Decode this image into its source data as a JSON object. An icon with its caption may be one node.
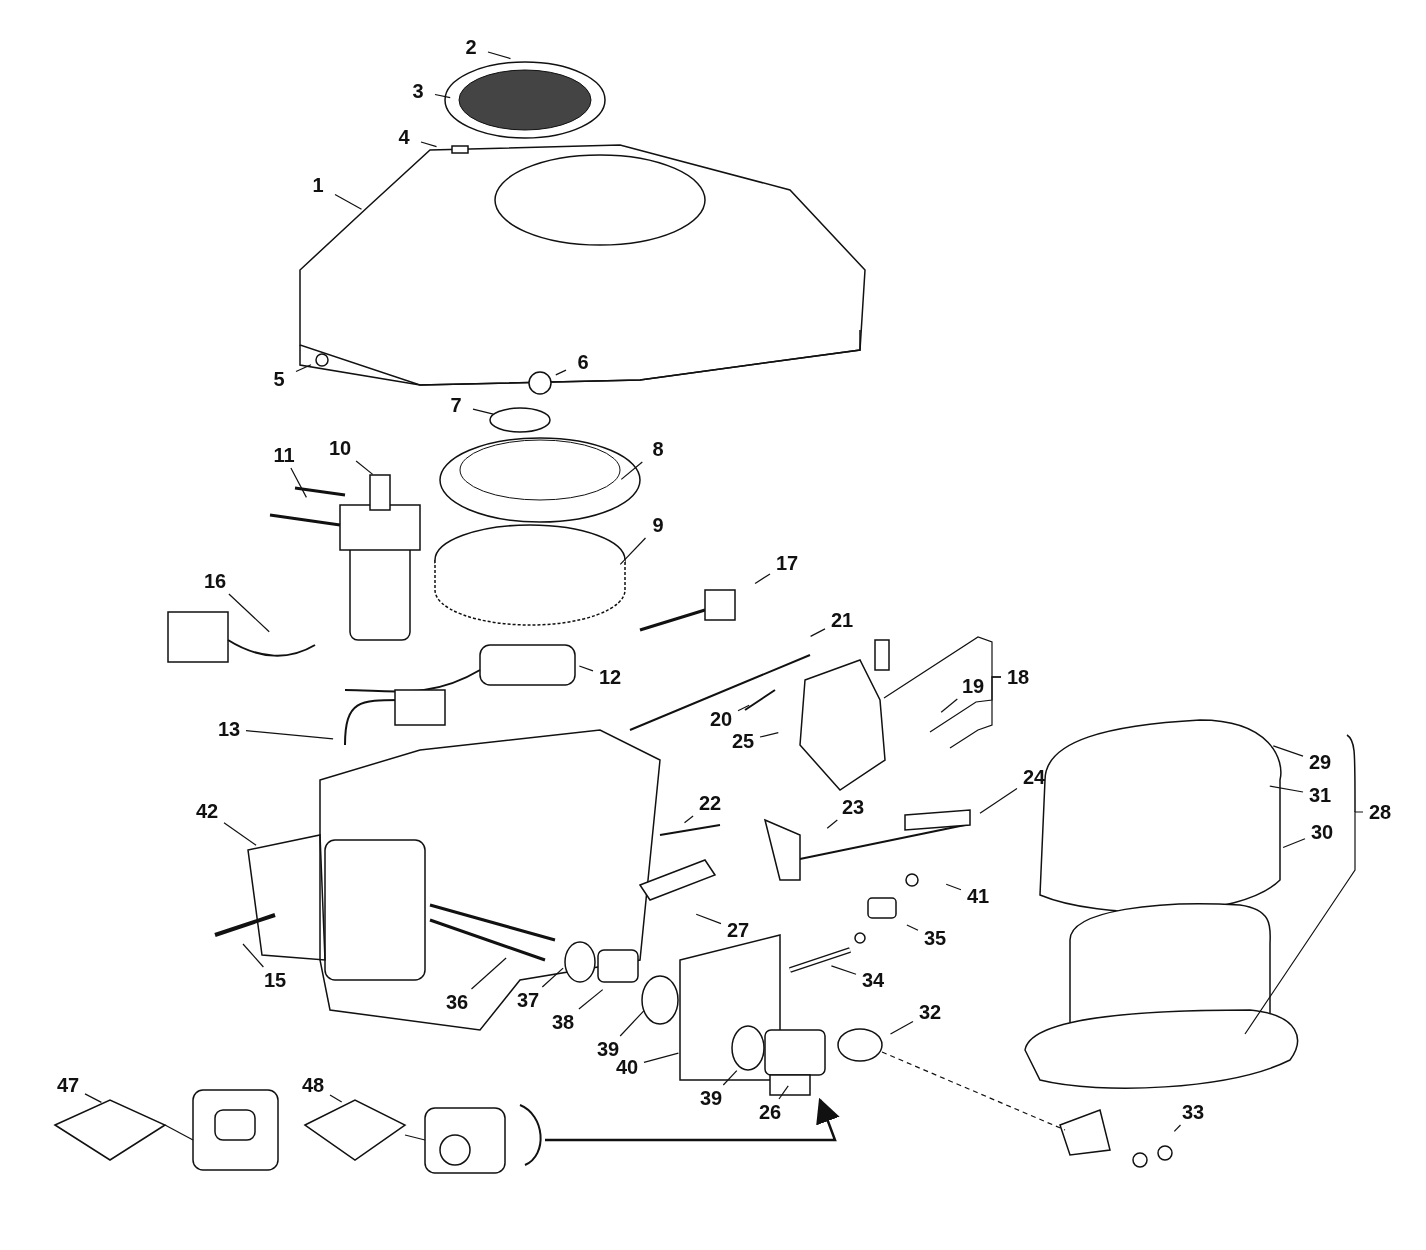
{
  "diagram": {
    "nodes": [
      {
        "text": [
          "1"
        ]
      },
      {
        "text": [
          "2"
        ]
      },
      {
        "text": [
          "3"
        ]
      },
      {
        "text": [
          "4"
        ]
      },
      {
        "text": [
          "5"
        ]
      },
      {
        "text": [
          "6"
        ]
      },
      {
        "text": [
          "7"
        ]
      },
      {
        "text": [
          "8"
        ]
      },
      {
        "text": [
          "9"
        ]
      },
      {
        "text": [
          "10"
        ]
      },
      {
        "text": [
          "11"
        ]
      },
      {
        "text": [
          "12"
        ]
      },
      {
        "text": [
          "13"
        ]
      },
      {
        "text": [
          "15"
        ]
      },
      {
        "text": [
          "16"
        ]
      },
      {
        "text": [
          "17"
        ]
      },
      {
        "text": [
          "18"
        ]
      },
      {
        "text": [
          "19"
        ]
      },
      {
        "text": [
          "20"
        ]
      },
      {
        "text": [
          "21"
        ]
      },
      {
        "text": [
          "22"
        ]
      },
      {
        "text": [
          "23"
        ]
      },
      {
        "text": [
          "24"
        ]
      },
      {
        "text": [
          "25"
        ]
      },
      {
        "text": [
          "26"
        ]
      },
      {
        "text": [
          "27"
        ]
      },
      {
        "text": [
          "28"
        ]
      },
      {
        "text": [
          "29"
        ]
      },
      {
        "text": [
          "30"
        ]
      },
      {
        "text": [
          "31"
        ]
      },
      {
        "text": [
          "32"
        ]
      },
      {
        "text": [
          "33"
        ]
      },
      {
        "text": [
          "34"
        ]
      },
      {
        "text": [
          "35"
        ]
      },
      {
        "text": [
          "36"
        ]
      },
      {
        "text": [
          "37"
        ]
      },
      {
        "text": [
          "38"
        ]
      },
      {
        "text": [
          "39"
        ]
      },
      {
        "text": [
          "39"
        ]
      },
      {
        "text": [
          "40"
        ]
      },
      {
        "text": [
          "41"
        ]
      },
      {
        "text": [
          "42"
        ]
      },
      {
        "text": [
          "47"
        ]
      },
      {
        "text": [
          "48"
        ]
      }
    ],
    "edges": [
      {
        "from": 0,
        "to": null,
        "arrow": "none"
      },
      {
        "from": 1,
        "to": null,
        "arrow": "none"
      },
      {
        "from": 2,
        "to": null,
        "arrow": "none"
      },
      {
        "from": 3,
        "to": null,
        "arrow": "none"
      },
      {
        "from": 4,
        "to": null,
        "arrow": "none"
      },
      {
        "from": 5,
        "to": null,
        "arrow": "none"
      },
      {
        "from": 6,
        "to": null,
        "arrow": "none"
      },
      {
        "from": 7,
        "to": null,
        "arrow": "none"
      },
      {
        "from": 8,
        "to": null,
        "arrow": "none"
      },
      {
        "from": 9,
        "to": null,
        "arrow": "none"
      },
      {
        "from": 10,
        "to": null,
        "arrow": "none"
      },
      {
        "from": 11,
        "to": null,
        "arrow": "none"
      },
      {
        "from": 12,
        "to": null,
        "arrow": "none"
      },
      {
        "from": 13,
        "to": null,
        "arrow": "none"
      },
      {
        "from": 14,
        "to": null,
        "arrow": "none"
      },
      {
        "from": 15,
        "to": null,
        "arrow": "none"
      },
      {
        "from": 17,
        "to": null,
        "arrow": "none"
      },
      {
        "from": 18,
        "to": null,
        "arrow": "none"
      },
      {
        "from": 19,
        "to": null,
        "arrow": "none"
      },
      {
        "from": 20,
        "to": null,
        "arrow": "none"
      },
      {
        "from": 21,
        "to": null,
        "arrow": "none"
      },
      {
        "from": 22,
        "to": null,
        "arrow": "none"
      },
      {
        "from": 23,
        "to": null,
        "arrow": "none"
      },
      {
        "from": 24,
        "to": null,
        "arrow": "none"
      },
      {
        "from": 25,
        "to": null,
        "arrow": "none"
      },
      {
        "from": 27,
        "to": null,
        "arrow": "none"
      },
      {
        "from": 28,
        "to": null,
        "arrow": "none"
      },
      {
        "from": 29,
        "to": null,
        "arrow": "none"
      },
      {
        "from": 30,
        "to": null,
        "arrow": "none"
      },
      {
        "from": 31,
        "to": null,
        "arrow": "none"
      },
      {
        "from": 32,
        "to": null,
        "arrow": "none"
      },
      {
        "from": 33,
        "to": null,
        "arrow": "none"
      },
      {
        "from": 34,
        "to": null,
        "arrow": "none"
      },
      {
        "from": 35,
        "to": null,
        "arrow": "none"
      },
      {
        "from": 36,
        "to": null,
        "arrow": "none"
      },
      {
        "from": 37,
        "to": null,
        "arrow": "none"
      },
      {
        "from": 38,
        "to": null,
        "arrow": "none"
      },
      {
        "from": 39,
        "to": null,
        "arrow": "none"
      },
      {
        "from": 40,
        "to": null,
        "arrow": "none"
      },
      {
        "from": 41,
        "to": null,
        "arrow": "none"
      },
      {
        "from": 42,
        "to": null,
        "arrow": "none"
      },
      {
        "from": 43,
        "to": null,
        "arrow": "none"
      },
      {
        "from": 16,
        "to": null,
        "arrow": "none"
      },
      {
        "from": 16,
        "to": null,
        "arrow": "none"
      },
      {
        "from": 16,
        "to": null,
        "arrow": "none"
      },
      {
        "from": 26,
        "to": null,
        "arrow": "none"
      }
    ]
  }
}
